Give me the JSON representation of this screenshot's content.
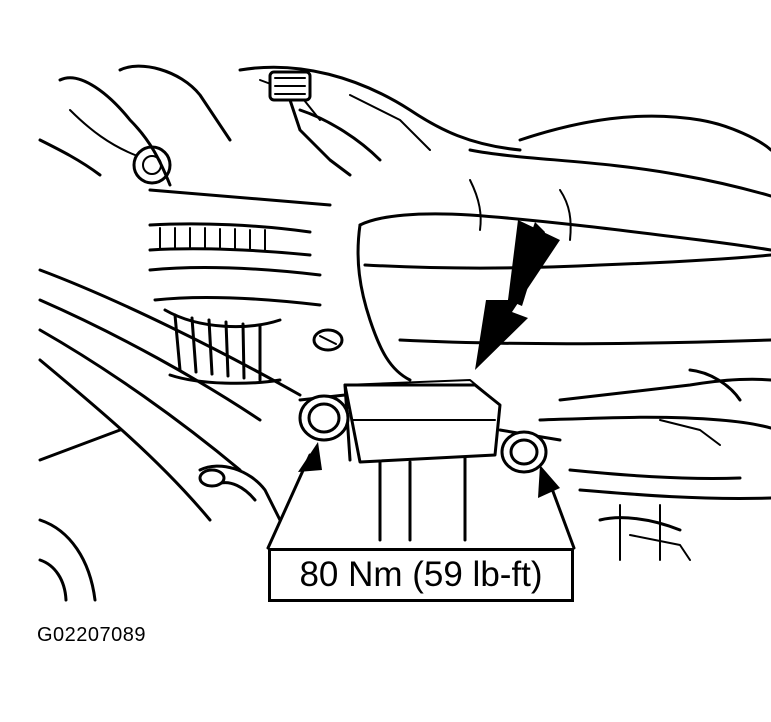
{
  "figure": {
    "torque_callout": "80 Nm (59 lb-ft)",
    "figure_id": "G02207089"
  },
  "icons": {
    "indicator_arrow": "large-black-arrow",
    "bolt_pointer": "small-black-arrowhead",
    "bolt": "hex-bolt"
  },
  "colors": {
    "line": "#000000",
    "background": "#ffffff"
  }
}
